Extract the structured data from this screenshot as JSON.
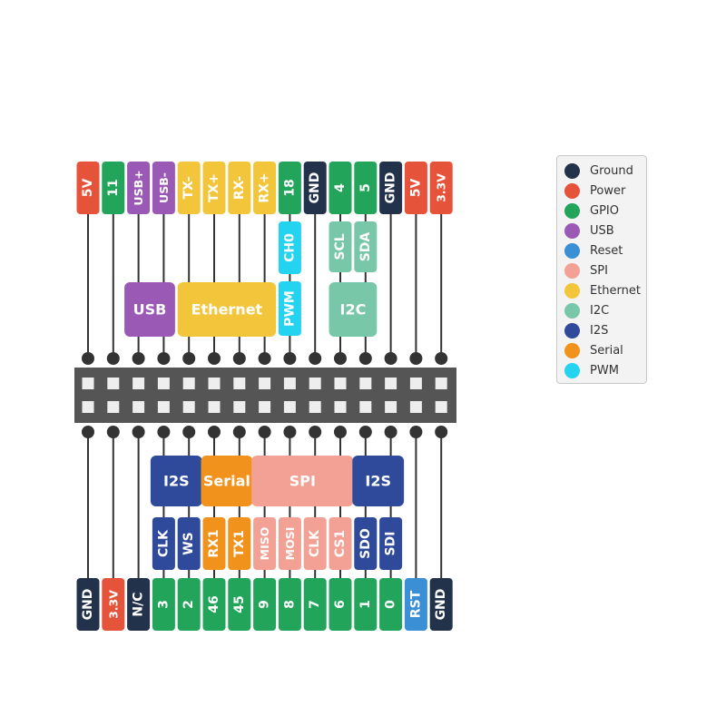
{
  "colors": {
    "Ground": "#22324a",
    "Power": "#e5533b",
    "GPIO": "#22a55a",
    "USB": "#9b59b6",
    "Reset": "#3b8fd4",
    "SPI": "#f2a194",
    "Ethernet": "#f2c53a",
    "I2C": "#78c7a8",
    "I2S": "#2f4a9b",
    "Serial": "#f0921c",
    "PWM": "#24d3ef",
    "header": "#555555",
    "pad": "#eeeeee",
    "wire": "#333333"
  },
  "legend": [
    {
      "label": "Ground",
      "color": "#22324a"
    },
    {
      "label": "Power",
      "color": "#e5533b"
    },
    {
      "label": "GPIO",
      "color": "#22a55a"
    },
    {
      "label": "USB",
      "color": "#9b59b6"
    },
    {
      "label": "Reset",
      "color": "#3b8fd4"
    },
    {
      "label": "SPI",
      "color": "#f2a194"
    },
    {
      "label": "Ethernet",
      "color": "#f2c53a"
    },
    {
      "label": "I2C",
      "color": "#78c7a8"
    },
    {
      "label": "I2S",
      "color": "#2f4a9b"
    },
    {
      "label": "Serial",
      "color": "#f0921c"
    },
    {
      "label": "PWM",
      "color": "#24d3ef"
    }
  ],
  "top_pins": [
    {
      "label": "5V",
      "type": "Power"
    },
    {
      "label": "11",
      "type": "GPIO"
    },
    {
      "label": "USB+",
      "type": "USB"
    },
    {
      "label": "USB-",
      "type": "USB"
    },
    {
      "label": "TX-",
      "type": "Ethernet"
    },
    {
      "label": "TX+",
      "type": "Ethernet"
    },
    {
      "label": "RX-",
      "type": "Ethernet"
    },
    {
      "label": "RX+",
      "type": "Ethernet"
    },
    {
      "label": "18",
      "type": "GPIO"
    },
    {
      "label": "GND",
      "type": "Ground"
    },
    {
      "label": "4",
      "type": "GPIO"
    },
    {
      "label": "5",
      "type": "GPIO"
    },
    {
      "label": "GND",
      "type": "Ground"
    },
    {
      "label": "5V",
      "type": "Power"
    },
    {
      "label": "3.3V",
      "type": "Power"
    }
  ],
  "top_sublabels": [
    {
      "pin": 8,
      "label": "CH0",
      "type": "PWM"
    },
    {
      "pin": 8,
      "label": "PWM",
      "type": "PWM"
    },
    {
      "pin": 10,
      "label": "SCL",
      "type": "I2C"
    },
    {
      "pin": 11,
      "label": "SDA",
      "type": "I2C"
    }
  ],
  "top_groups": [
    {
      "label": "USB",
      "type": "USB",
      "from": 2,
      "to": 3
    },
    {
      "label": "Ethernet",
      "type": "Ethernet",
      "from": 4,
      "to": 7
    },
    {
      "label": "I2C",
      "type": "I2C",
      "from": 10,
      "to": 11
    }
  ],
  "bottom_pins": [
    {
      "label": "GND",
      "type": "Ground"
    },
    {
      "label": "3.3V",
      "type": "Power"
    },
    {
      "label": "N/C",
      "type": "Ground"
    },
    {
      "label": "3",
      "type": "GPIO"
    },
    {
      "label": "2",
      "type": "GPIO"
    },
    {
      "label": "46",
      "type": "GPIO"
    },
    {
      "label": "45",
      "type": "GPIO"
    },
    {
      "label": "9",
      "type": "GPIO"
    },
    {
      "label": "8",
      "type": "GPIO"
    },
    {
      "label": "7",
      "type": "GPIO"
    },
    {
      "label": "6",
      "type": "GPIO"
    },
    {
      "label": "1",
      "type": "GPIO"
    },
    {
      "label": "0",
      "type": "GPIO"
    },
    {
      "label": "RST",
      "type": "Reset"
    },
    {
      "label": "GND",
      "type": "Ground"
    }
  ],
  "bottom_sublabels": [
    {
      "pin": 3,
      "label": "CLK",
      "type": "I2S"
    },
    {
      "pin": 4,
      "label": "WS",
      "type": "I2S"
    },
    {
      "pin": 5,
      "label": "RX1",
      "type": "Serial"
    },
    {
      "pin": 6,
      "label": "TX1",
      "type": "Serial"
    },
    {
      "pin": 7,
      "label": "MISO",
      "type": "SPI"
    },
    {
      "pin": 8,
      "label": "MOSI",
      "type": "SPI"
    },
    {
      "pin": 9,
      "label": "CLK",
      "type": "SPI"
    },
    {
      "pin": 10,
      "label": "CS1",
      "type": "SPI"
    },
    {
      "pin": 11,
      "label": "SDO",
      "type": "I2S"
    },
    {
      "pin": 12,
      "label": "SDI",
      "type": "I2S"
    }
  ],
  "bottom_groups": [
    {
      "label": "I2S",
      "type": "I2S",
      "from": 3,
      "to": 4
    },
    {
      "label": "Serial",
      "type": "Serial",
      "from": 5,
      "to": 6
    },
    {
      "label": "SPI",
      "type": "SPI",
      "from": 7,
      "to": 10
    },
    {
      "label": "I2S",
      "type": "I2S",
      "from": 11,
      "to": 12
    }
  ]
}
